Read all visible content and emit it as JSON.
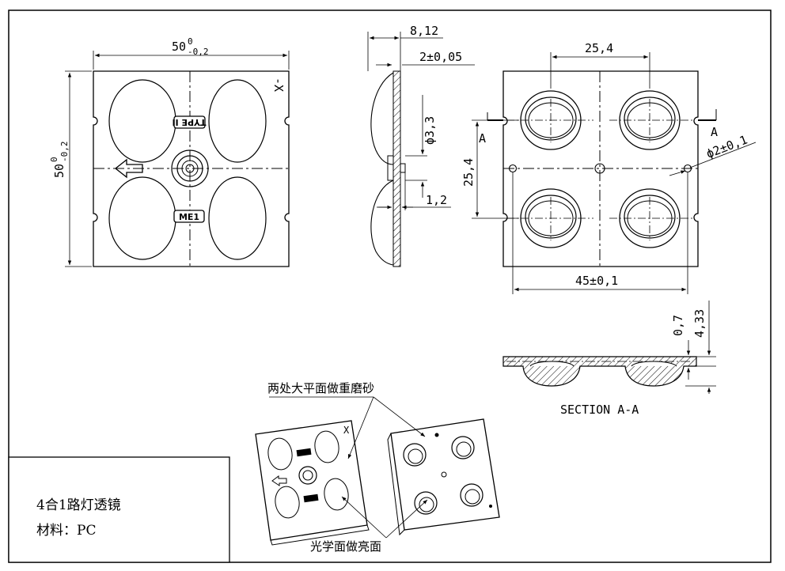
{
  "drawing": {
    "front_view": {
      "width_dim": "50",
      "width_tol_upper": "0",
      "width_tol_lower": "-0,2",
      "height_dim": "50",
      "height_tol_upper": "0",
      "height_tol_lower": "-0,2",
      "corner_mark": "-X",
      "badge_top": "TYPE II",
      "badge_bottom": "ME1"
    },
    "side_view": {
      "thickness_total": "8,12",
      "plate_thickness": "2±0,05",
      "pin_dia": "ϕ3,3",
      "pin_height": "1,2"
    },
    "back_view": {
      "hole_pitch_x": "25,4",
      "hole_pitch_y": "25,4",
      "mount_span": "45±0,1",
      "mount_hole_dia": "ϕ2±0,1",
      "section_mark_left": "A",
      "section_mark_right": "A"
    },
    "section_view": {
      "dim_small": "0,7",
      "dim_large": "4,33",
      "caption": "SECTION A-A"
    },
    "callouts": {
      "matte_note": "两处大平面做重磨砂",
      "gloss_note": "光学面做亮面",
      "iso_mark": "X"
    },
    "title_block": {
      "product": "4合1路灯透镜",
      "material": "材料：PC"
    }
  }
}
